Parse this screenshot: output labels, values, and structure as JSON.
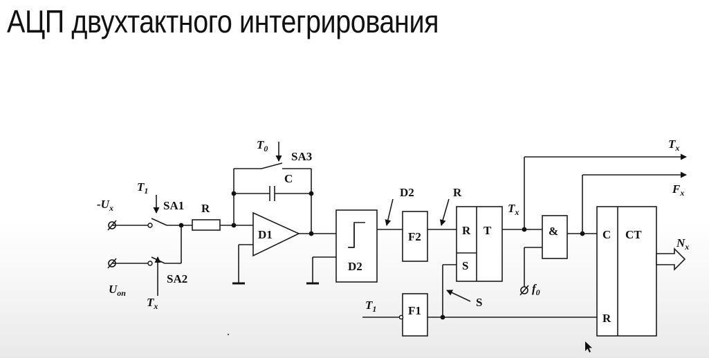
{
  "slide": {
    "title": "АЦП двухтактного интегрирования"
  },
  "diagram": {
    "inputs": {
      "ux": "-U",
      "ux_sub": "x",
      "uop": "U",
      "uop_sub": "оп",
      "t1_sa1": "T",
      "t1_sa1_sub": "1",
      "tx_sa2": "T",
      "tx_sa2_sub": "x",
      "t0": "T",
      "t0_sub": "0",
      "t1_f1": "T",
      "t1_f1_sub": "1",
      "f0": "f",
      "f0_sub": "0"
    },
    "switches": {
      "sa1": "SA1",
      "sa2": "SA2",
      "sa3": "SA3"
    },
    "components": {
      "resistor": "R",
      "capacitor": "C",
      "integrator": "D1",
      "comparator": "D2",
      "shaper_f2": "F2",
      "shaper_f1": "F1",
      "trigger_r": "R",
      "trigger_s": "S",
      "trigger_t": "T",
      "and_gate": "&",
      "counter_c": "C",
      "counter_ct": "CT",
      "counter_r": "R"
    },
    "signals": {
      "d2_arrow": "D2",
      "r_arrow": "R",
      "s_arrow": "S",
      "tx_node": "T",
      "tx_node_sub": "x",
      "tx_out": "T",
      "tx_out_sub": "x",
      "fx_out": "F",
      "fx_out_sub": "x",
      "nx_out": "N",
      "nx_out_sub": "x"
    }
  }
}
